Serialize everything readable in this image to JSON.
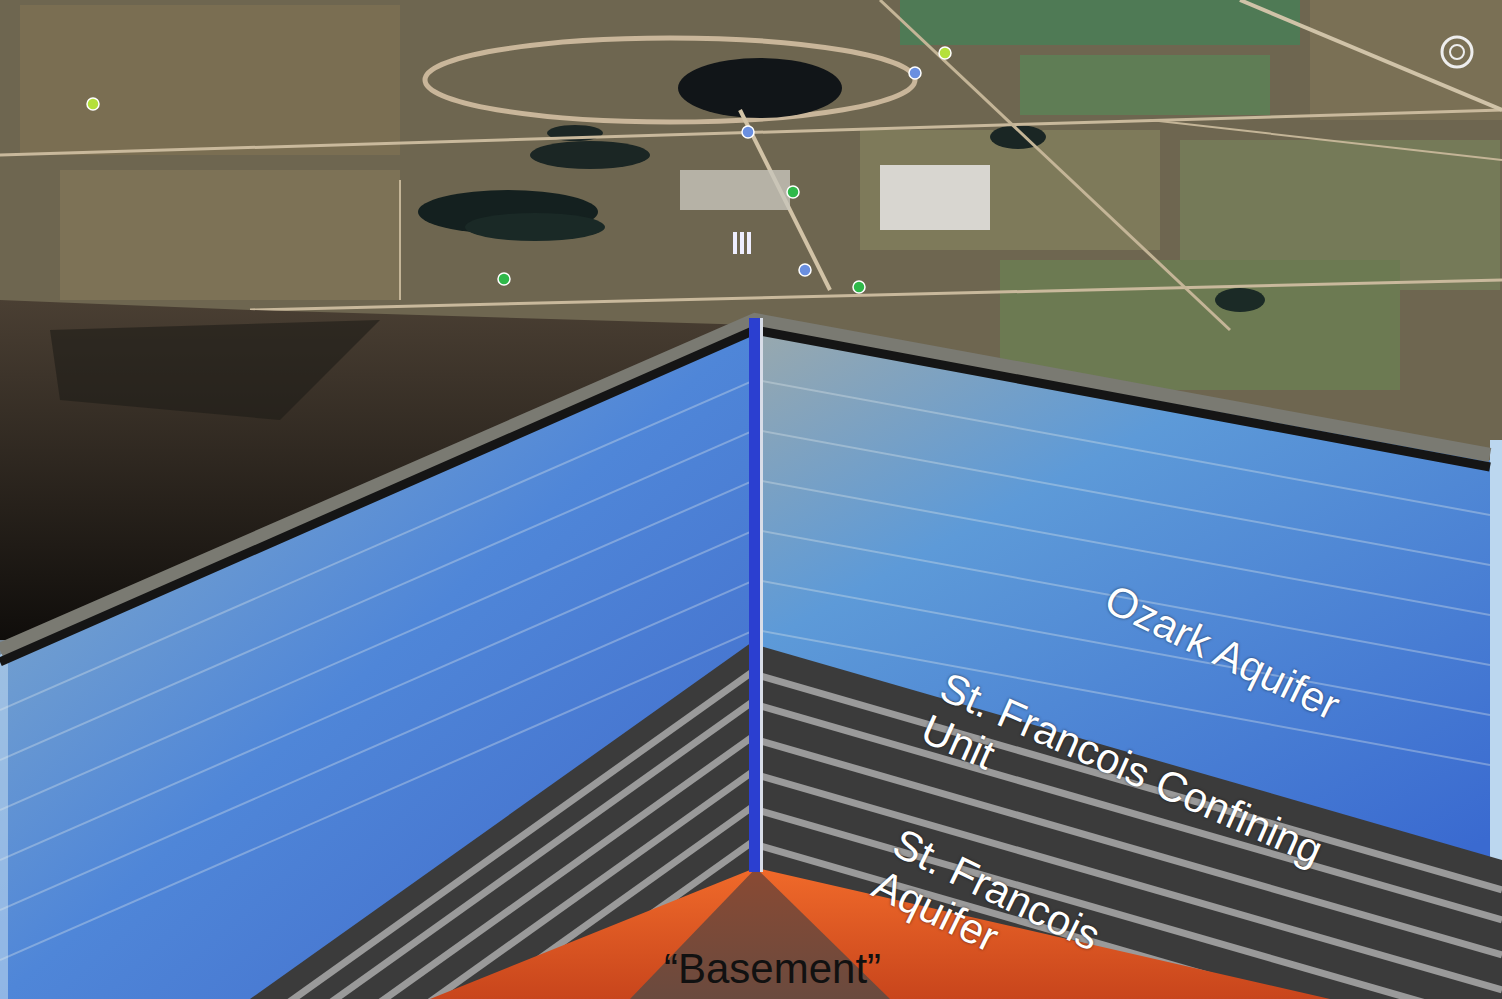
{
  "diagram": {
    "labels": [
      "Ozark Aquifer",
      "St. Francois Confining Unit",
      "St. Francois Aquifer",
      "“Basement”"
    ]
  }
}
